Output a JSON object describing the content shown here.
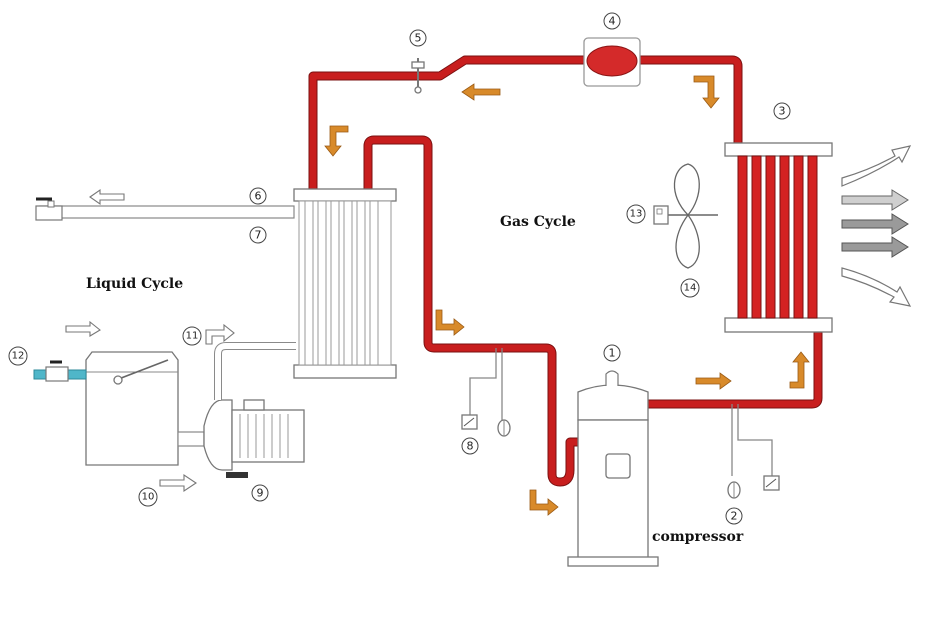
{
  "labels": {
    "gas_cycle": "Gas Cycle",
    "liquid_cycle": "Liquid Cycle",
    "compressor": "compressor"
  },
  "callouts": [
    "1",
    "2",
    "3",
    "4",
    "5",
    "6",
    "7",
    "8",
    "9",
    "10",
    "11",
    "12",
    "13",
    "14"
  ],
  "colors": {
    "refrigerant_pipe": "#c81e1e",
    "flow_arrow": "#d88a2a",
    "water_pipe": "#4fb6c9"
  }
}
